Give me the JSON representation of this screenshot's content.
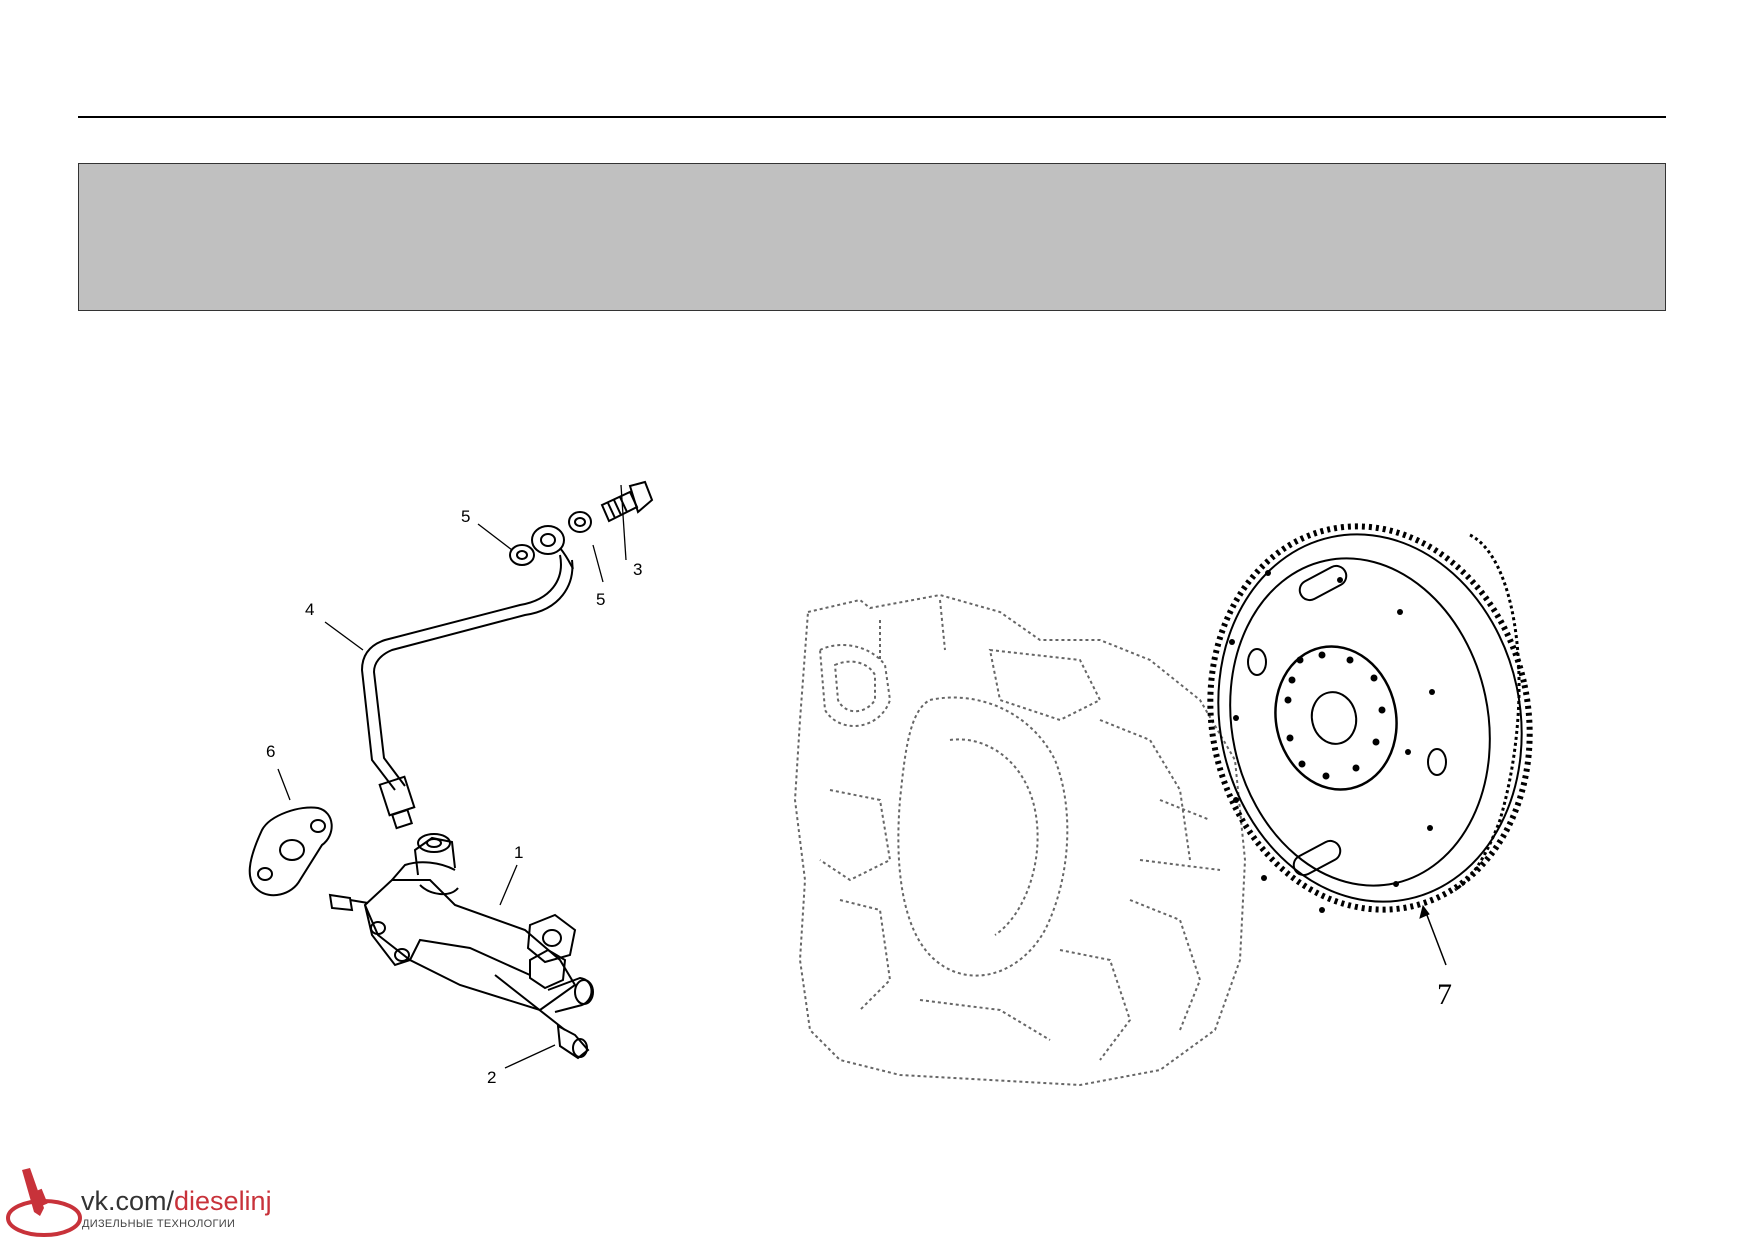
{
  "callouts": {
    "pump": "1",
    "bolt": "2",
    "banjo_bolt": "3",
    "tube": "4",
    "washer_left": "5",
    "washer_right": "5",
    "gasket": "6",
    "flywheel": "7"
  },
  "logo": {
    "prefix": "vk.com/",
    "accent": "dieselinj",
    "subtitle": "ДИЗЕЛЬНЫЕ ТЕХНОЛОГИИ",
    "accent_color": "#c8323a",
    "icon": "injector-icon"
  }
}
